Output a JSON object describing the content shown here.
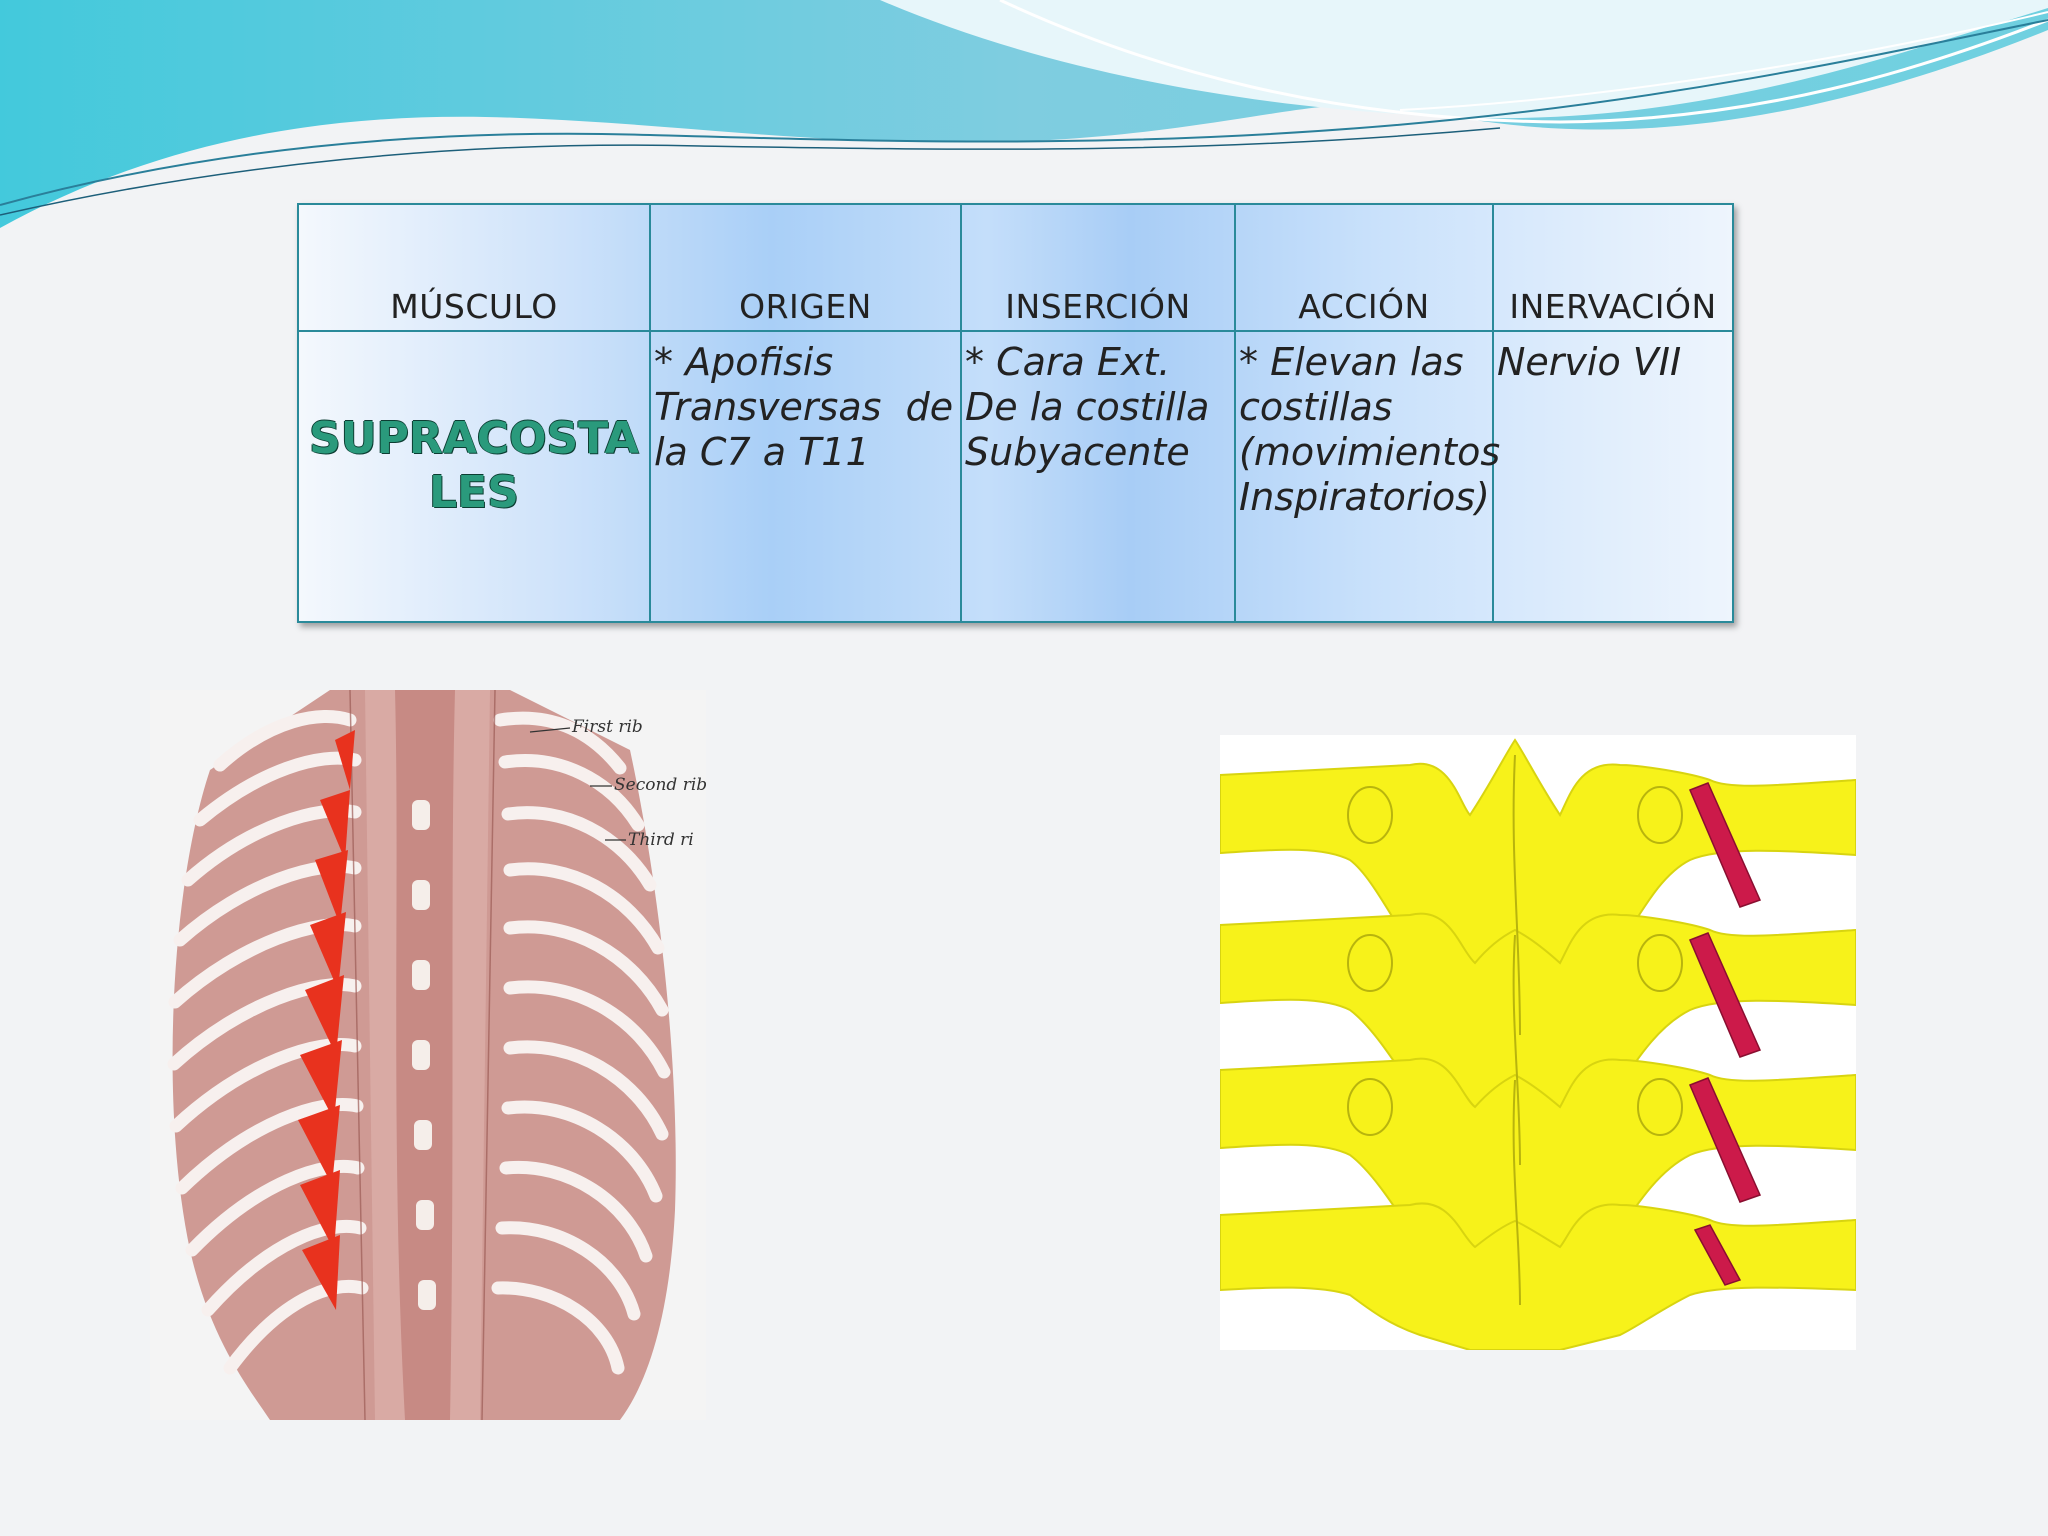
{
  "table": {
    "headers": [
      "MÚSCULO",
      "ORIGEN",
      "INSERCIÓN",
      "ACCIÓN",
      "INERVACIÓN"
    ],
    "muscle_lines": [
      "SUPRACOSTA",
      "LES"
    ],
    "origin_lines": [
      "* Apofisis",
      "Transversas  de",
      "la C7 a T11"
    ],
    "insertion_lines": [
      "* Cara Ext.",
      "De la costilla",
      "Subyacente"
    ],
    "action_lines": [
      "* Elevan las",
      "costillas",
      "(movimientos",
      "Inspiratorios)"
    ],
    "innervation_lines": [
      "Nervio VII"
    ]
  },
  "figure_back": {
    "labels": [
      "First rib",
      "Second rib",
      "Third ri"
    ]
  },
  "colors": {
    "table_border": "#2a8a9a",
    "muscle_title": "#2a9a7c",
    "wave_teal": "#3ec4d6",
    "muscle_red": "#e8321e",
    "bone_yellow": "#f7f21a",
    "ligament_magenta": "#cc1a4a"
  }
}
